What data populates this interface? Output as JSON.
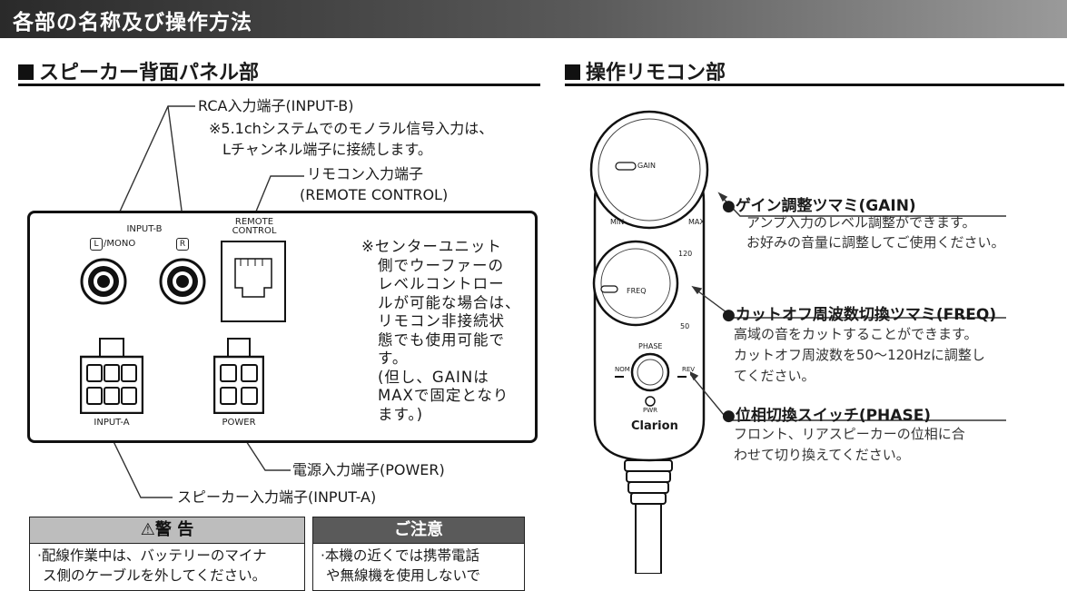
{
  "banner_title": "各部の名称及び操作方法",
  "left": {
    "section_title": "スピーカー背面パネル部",
    "rca_label": "RCA入力端子(INPUT-B)",
    "rca_note_line1": "※5.1chシステムでのモノラル信号入力は、",
    "rca_note_line2": "Lチャンネル端子に接続します。",
    "remote_label_line1": "リモコン入力端子",
    "remote_label_line2": "(REMOTE CONTROL)",
    "panel": {
      "input_b": "INPUT-B",
      "l_badge": "L",
      "mono": "/MONO",
      "r_badge": "R",
      "remote_line1": "REMOTE",
      "remote_line2": "CONTROL",
      "input_a": "INPUT-A",
      "power": "POWER"
    },
    "side_note": [
      "※センターユニット",
      "側でウーファーの",
      "レベルコントロー",
      "ルが可能な場合は、",
      "リモコン非接続状",
      "態でも使用可能です。",
      "(但し、GAINは",
      "MAXで固定となり",
      "ます。)"
    ],
    "power_label": "電源入力端子(POWER)",
    "speaker_label": "スピーカー入力端子(INPUT-A)",
    "warning": {
      "title": "⚠警 告",
      "line1": "·配線作業中は、バッテリーのマイナ",
      "line2": "ス側のケーブルを外してください。"
    },
    "caution": {
      "title": "ご注意",
      "line1": "·本機の近くでは携帯電話",
      "line2": "や無線機を使用しないで"
    }
  },
  "right": {
    "section_title": "操作リモコン部",
    "remote": {
      "gain": "GAIN",
      "min": "MIN",
      "max": "MAX",
      "freq": "FREQ",
      "freq_hi": "120",
      "freq_lo": "50",
      "phase": "PHASE",
      "nom": "NOM",
      "rev": "REV",
      "pwr": "PWR",
      "brand": "Clarion"
    },
    "gain_title": "●ゲイン調整ツマミ(GAIN)",
    "gain_desc1": "アンプ入力のレベル調整ができます。",
    "gain_desc2": "お好みの音量に調整してご使用ください。",
    "freq_title": "●カットオフ周波数切換ツマミ(FREQ)",
    "freq_desc1": "高域の音をカットすることができます。",
    "freq_desc2": "カットオフ周波数を50〜120Hzに調整し",
    "freq_desc3": "てください。",
    "phase_title": "●位相切換スイッチ(PHASE)",
    "phase_desc1": "フロント、リアスピーカーの位相に合",
    "phase_desc2": "わせて切り換えてください。"
  }
}
